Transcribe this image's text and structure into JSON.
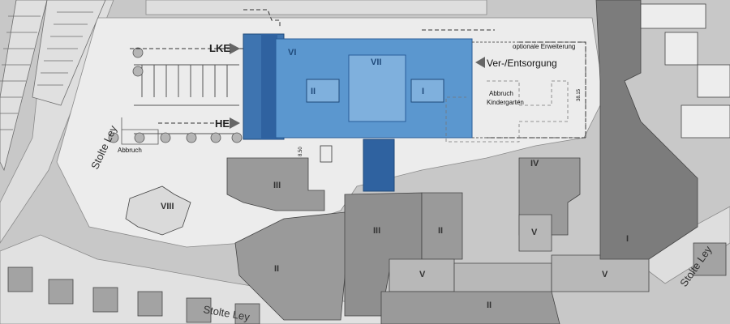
{
  "labels": {
    "lke": "LKE",
    "he": "HE",
    "ver_entsorgung": "Ver-/Entsorgung",
    "optionale_erweiterung": "optionale Erweiterung",
    "abbruch_left": "Abbruch",
    "abbruch_kindergarten_1": "Abbruch",
    "abbruch_kindergarten_2": "Kindergarten",
    "dim_850": "8.50",
    "dim_3815": "38.15",
    "street_left": "Stolte Ley",
    "street_right": "Stolte Ley",
    "street_bottom": "Stolte Ley"
  },
  "buildings": {
    "vi": "VI",
    "vii": "VII",
    "ii_new": "II",
    "i_new": "I",
    "iii_a": "III",
    "viii": "VIII",
    "iii_b": "III",
    "ii_b": "II",
    "ii_c": "II",
    "iv": "IV",
    "v_a": "V",
    "v_b": "V",
    "v_c": "V",
    "i_right": "I",
    "ii_d": "II"
  },
  "colors": {
    "background": "#c8c8c8",
    "road": "#dcdcdc",
    "plot": "#e9e9e9",
    "existing_building": "#9a9a9a",
    "existing_building_dark": "#7c7c7c",
    "new_building": "#5b97cf",
    "new_building_dark": "#2f62a0",
    "new_building_core": "#7fb0dd"
  }
}
